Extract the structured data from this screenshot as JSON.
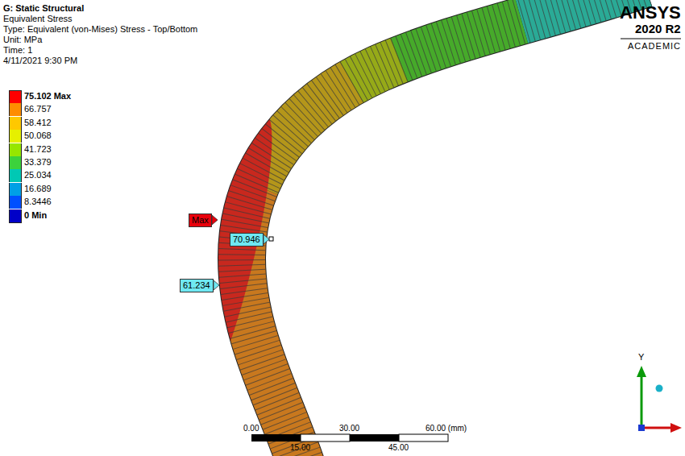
{
  "diagram": {
    "title": "G: Static Structural",
    "nodes": [
      {
        "text": [
          "Max"
        ]
      },
      {
        "text": [
          "70.946"
        ]
      },
      {
        "text": [
          "61.234"
        ]
      }
    ],
    "labels": [
      "Equivalent Stress",
      "Type: Equivalent (von-Mises) Stress - Top/Bottom",
      "Unit: MPa",
      "Time: 1",
      "4/11/2021 9:30 PM",
      "ANSYS",
      "2020 R2",
      "ACADEMIC",
      "0.00",
      "30.00",
      "60.00 (mm)",
      "15.00",
      "45.00",
      "Y"
    ],
    "legend": [
      {
        "text": "75.102 Max",
        "color": "#ff0000"
      },
      {
        "text": "66.757",
        "color": "#ff8c00"
      },
      {
        "text": "58.412",
        "color": "#ffc800"
      },
      {
        "text": "50.068",
        "color": "#e6f000"
      },
      {
        "text": "41.723",
        "color": "#96e600"
      },
      {
        "text": "33.379",
        "color": "#3cd23c"
      },
      {
        "text": "25.034",
        "color": "#00c8b4"
      },
      {
        "text": "16.689",
        "color": "#00a0e6"
      },
      {
        "text": "8.3446",
        "color": "#0050ff"
      },
      {
        "text": "0 Min",
        "color": "#0000c8"
      }
    ]
  }
}
